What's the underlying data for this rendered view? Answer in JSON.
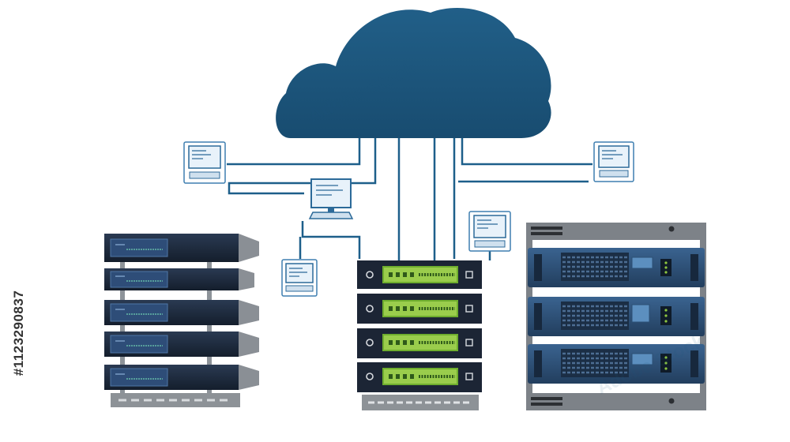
{
  "diagram": {
    "watermark_text": "Adobe Stock",
    "stock_id": "#1123290837",
    "colors": {
      "cloud": "#1f5a82",
      "connector": "#1d5f8a",
      "rack_dark": "#1e2c40",
      "rack_blue": "#2d4f78",
      "rack_gray": "#7d8288",
      "led_green": "#8dc63f"
    },
    "nodes": [
      {
        "id": "cloud",
        "icon": "cloud-icon"
      },
      {
        "id": "workstation-top-left",
        "icon": "monitor-icon"
      },
      {
        "id": "workstation-center-left",
        "icon": "monitor-icon"
      },
      {
        "id": "workstation-lower-left",
        "icon": "monitor-icon"
      },
      {
        "id": "workstation-center-right",
        "icon": "monitor-icon"
      },
      {
        "id": "workstation-top-right",
        "icon": "monitor-icon"
      },
      {
        "id": "server-rack-left",
        "icon": "server-rack-icon",
        "units": 5
      },
      {
        "id": "server-rack-center",
        "icon": "server-rack-icon",
        "units": 4
      },
      {
        "id": "server-rack-right",
        "icon": "server-rack-icon",
        "units": 3
      }
    ]
  }
}
